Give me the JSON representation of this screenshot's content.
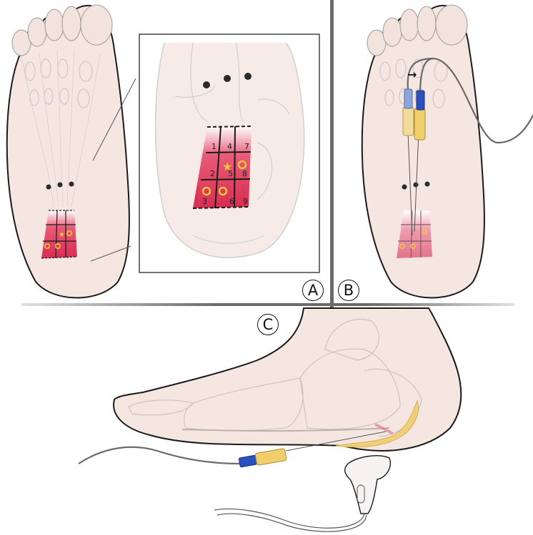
{
  "figure": {
    "panels": [
      {
        "id": "A",
        "label": "A",
        "description": "Plantar view of foot with 3x3 grid over plantar fascia origin; inset enlargement"
      },
      {
        "id": "B",
        "label": "B",
        "description": "Plantar view with two needles inserted toward grid"
      },
      {
        "id": "C",
        "label": "C",
        "description": "Lateral view of foot with needle and ultrasound probe at heel"
      }
    ],
    "grid": {
      "cells": [
        "1",
        "2",
        "3",
        "4",
        "5",
        "6",
        "7",
        "8",
        "9"
      ],
      "markers": {
        "star_cell": "5",
        "circle_cells": [
          "3",
          "6",
          "8"
        ]
      }
    },
    "landmark_dots": 3,
    "arrow_symbol": "→",
    "colors": {
      "skin": "#f6e6e2",
      "outline": "#1a1a1a",
      "fascia_red": "#e03a5a",
      "marker_yellow": "#f2c83a",
      "needle_hub_yellow": "#f0d070",
      "needle_cap_blue": "#2a50c0",
      "needle_cap_light_blue": "#8aa6de",
      "divider_gray": "#6a6a6a",
      "heel_fat_yellow": "#f0cf7a"
    }
  }
}
